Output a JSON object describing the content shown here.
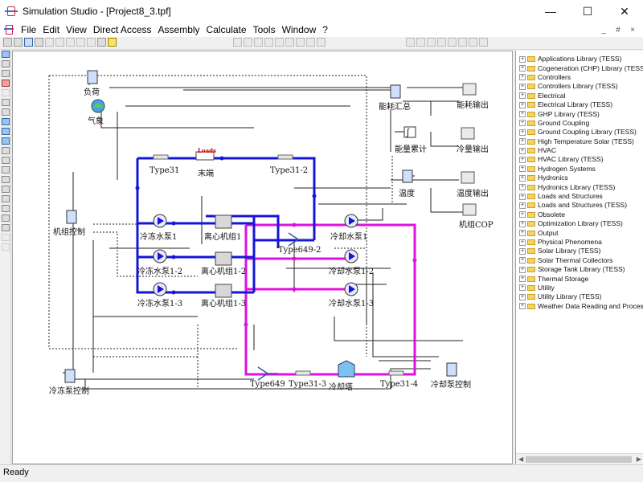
{
  "window": {
    "title": "Simulation Studio - [Project8_3.tpf]",
    "minimize": "—",
    "maximize": "☐",
    "close": "✕",
    "mdi_minimize": "_",
    "mdi_restore": "#",
    "mdi_close": "×"
  },
  "menu": [
    "File",
    "Edit",
    "View",
    "Direct Access",
    "Assembly",
    "Calculate",
    "Tools",
    "Window",
    "?"
  ],
  "status": {
    "text": "Ready"
  },
  "diagram": {
    "labels": {
      "load": "负荷",
      "weather": "气象",
      "loads_tag": "Loads",
      "terminal": "末端",
      "type31": "Type31",
      "type31_2": "Type31-2",
      "energy_summary": "能耗汇总",
      "energy_output": "能耗输出",
      "energy_integrator": "能量累计",
      "cooling_output": "冷量输出",
      "temperature": "温度",
      "temperature_output": "温度输出",
      "unit_cop": "机组COP",
      "unit_control": "机组控制",
      "chw_pump_1": "冷冻水泵1",
      "chw_pump_2": "冷冻水泵1-2",
      "chw_pump_3": "冷冻水泵1-3",
      "chiller_1": "离心机组1",
      "chiller_2": "离心机组1-2",
      "chiller_3": "离心机组1-3",
      "type649_2": "Type649-2",
      "cw_pump_1": "冷却水泵1",
      "cw_pump_2": "冷却水泵1-2",
      "cw_pump_3": "冷却水泵1-3",
      "chw_pump_control": "冷冻泵控制",
      "type649": "Type649",
      "type31_3": "Type31-3",
      "cooling_tower": "冷却塔",
      "type31_4": "Type31-4",
      "cw_pump_control": "冷却泵控制"
    },
    "colors": {
      "chilled_water": "#1515d8",
      "cooling_water": "#e010e0",
      "control": "#222222"
    }
  },
  "library": {
    "items": [
      "Applications Library (TESS)",
      "Cogeneration (CHP) Library (TESS)",
      "Controllers",
      "Controllers Library (TESS)",
      "Electrical",
      "Electrical Library (TESS)",
      "GHP Library (TESS)",
      "Ground Coupling",
      "Ground Coupling Library (TESS)",
      "High Temperature Solar (TESS)",
      "HVAC",
      "HVAC Library (TESS)",
      "Hydrogen Systems",
      "Hydronics",
      "Hydronics Library (TESS)",
      "Loads and Structures",
      "Loads and Structures (TESS)",
      "Obsolete",
      "Optimization Library (TESS)",
      "Output",
      "Physical Phenomena",
      "Solar Library (TESS)",
      "Solar Thermal Collectors",
      "Storage Tank Library (TESS)",
      "Thermal Storage",
      "Utility",
      "Utility Library (TESS)",
      "Weather Data Reading and Processing"
    ],
    "expand_glyph": "+"
  }
}
